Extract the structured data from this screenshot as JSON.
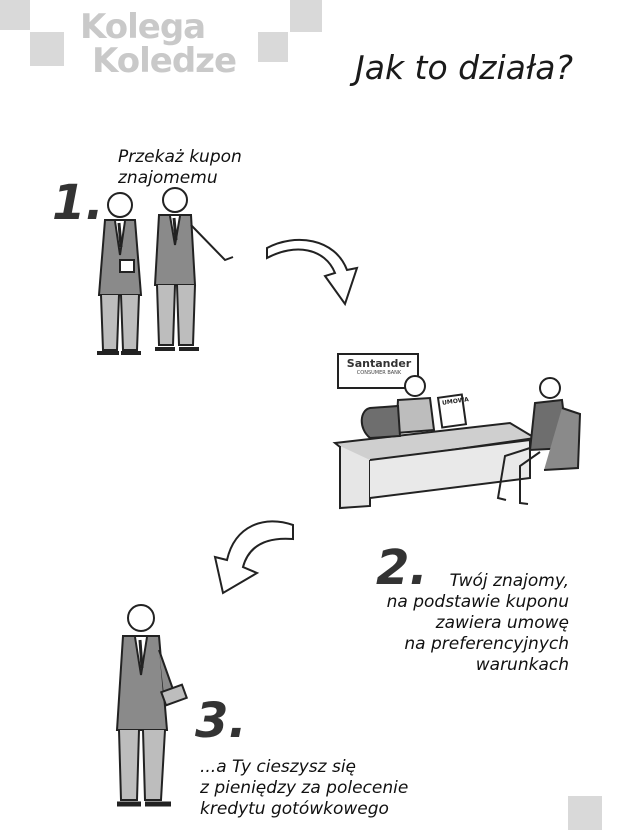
{
  "logo": {
    "line1": "Kolega",
    "line2": "Koledze"
  },
  "title": "Jak to działa?",
  "steps": [
    {
      "number": "1.",
      "lines": [
        "Przekaż kupon",
        "znajomemu"
      ]
    },
    {
      "number": "2.",
      "lines": [
        "Twój znajomy,",
        "na podstawie kuponu",
        "zawiera umowę",
        "na preferencyjnych",
        "warunkach"
      ]
    },
    {
      "number": "3.",
      "lines": [
        "...a Ty cieszysz się",
        "z pieniędzy za polecenie",
        "kredytu gotówkowego"
      ]
    }
  ],
  "scene": {
    "office_sign": {
      "brand": "Santander",
      "subtitle": "CONSUMER BANK"
    },
    "document_label": "UMOWA"
  },
  "colors": {
    "decor_square": "#d9d9d9",
    "logo_text": "#c9c9c9",
    "ink": "#1a1a1a"
  }
}
